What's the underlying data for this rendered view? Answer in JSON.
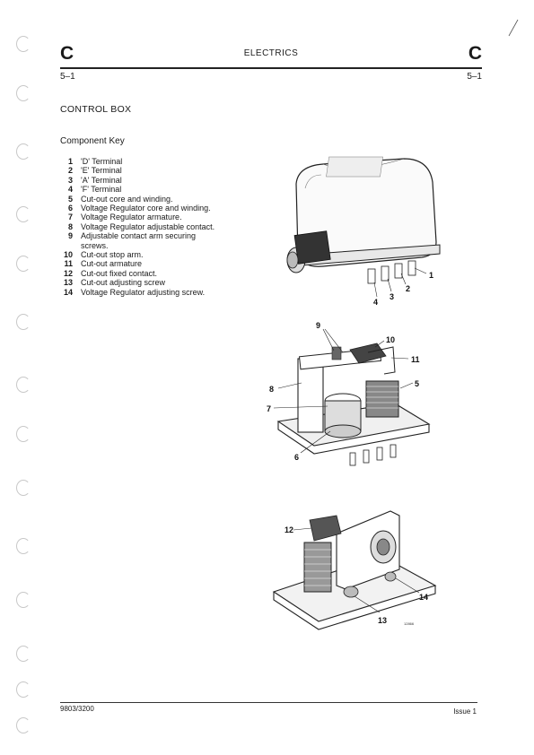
{
  "header": {
    "section_letter": "C",
    "title": "ELECTRICS",
    "page_number": "5–1"
  },
  "section_title": "CONTROL BOX",
  "key_title": "Component Key",
  "component_key": [
    {
      "num": "1",
      "text": "'D' Terminal"
    },
    {
      "num": "2",
      "text": "'E' Terminal"
    },
    {
      "num": "3",
      "text": "'A' Terminal"
    },
    {
      "num": "4",
      "text": "'F' Terminal"
    },
    {
      "num": "5",
      "text": "Cut-out core and winding."
    },
    {
      "num": "6",
      "text": "Voltage Regulator core and winding."
    },
    {
      "num": "7",
      "text": "Voltage Regulator armature."
    },
    {
      "num": "8",
      "text": "Voltage Regulator adjustable contact."
    },
    {
      "num": "9",
      "text": "Adjustable contact arm securing screws."
    },
    {
      "num": "10",
      "text": "Cut-out stop arm."
    },
    {
      "num": "11",
      "text": "Cut-out armature"
    },
    {
      "num": "12",
      "text": "Cut-out fixed contact."
    },
    {
      "num": "13",
      "text": "Cut-out adjusting screw"
    },
    {
      "num": "14",
      "text": "Voltage Regulator adjusting screw."
    }
  ],
  "diagram_callouts": {
    "d1": [
      "1",
      "2",
      "3",
      "4"
    ],
    "d2": [
      "9",
      "10",
      "11",
      "5",
      "8",
      "7",
      "6"
    ],
    "d3": [
      "12",
      "14",
      "13"
    ]
  },
  "figure_ref": "12866",
  "footer": {
    "doc_number": "9803/3200",
    "issue": "Issue 1"
  }
}
